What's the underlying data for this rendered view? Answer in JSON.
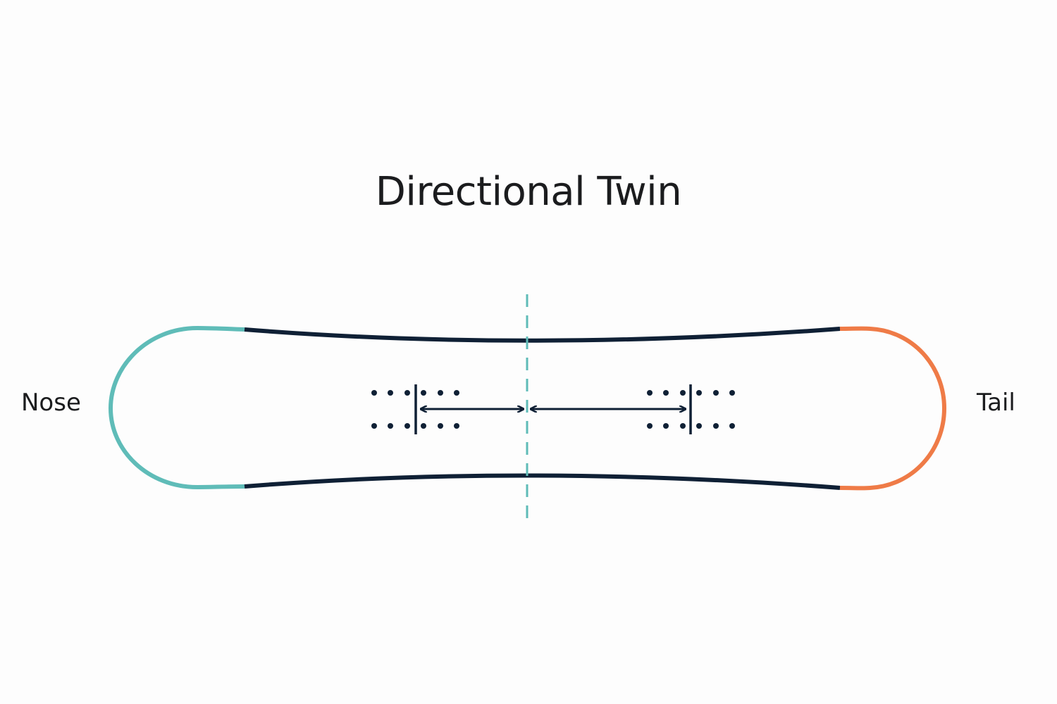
{
  "title": "Directional Twin",
  "labels": {
    "nose": "Nose",
    "tail": "Tail"
  },
  "colors": {
    "nose": "#5fbcb8",
    "tail": "#ef7b47",
    "edge": "#0f2035",
    "centerline": "#5fbcb8",
    "dots": "#0f2035",
    "text": "#1b1c1e"
  }
}
